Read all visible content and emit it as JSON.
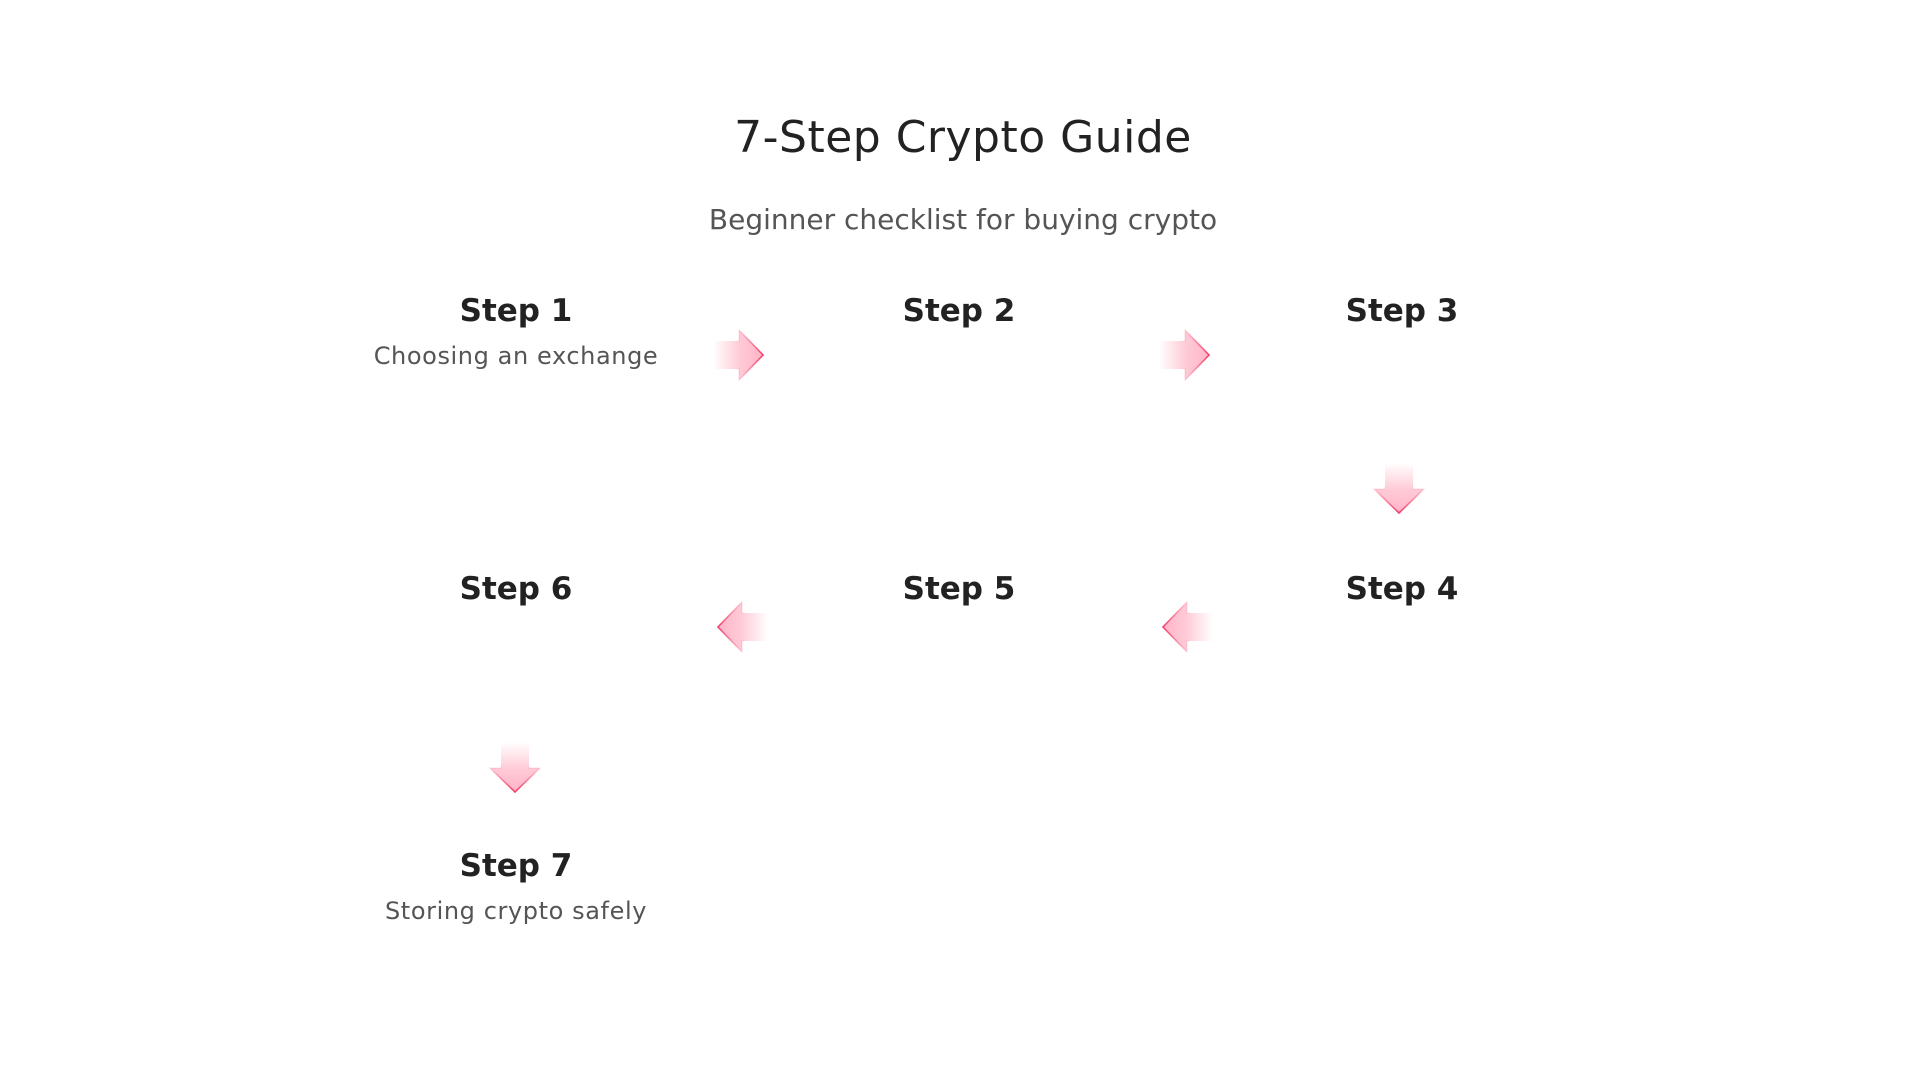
{
  "header": {
    "title": "7-Step Crypto Guide",
    "subtitle": "Beginner checklist for buying crypto"
  },
  "steps": [
    {
      "label": "Step 1",
      "description": "Choosing an exchange"
    },
    {
      "label": "Step 2",
      "description": ""
    },
    {
      "label": "Step 3",
      "description": ""
    },
    {
      "label": "Step 4",
      "description": ""
    },
    {
      "label": "Step 5",
      "description": ""
    },
    {
      "label": "Step 6",
      "description": ""
    },
    {
      "label": "Step 7",
      "description": "Storing crypto safely"
    }
  ],
  "arrows": [
    {
      "from": "Step 1",
      "to": "Step 2",
      "direction": "right"
    },
    {
      "from": "Step 2",
      "to": "Step 3",
      "direction": "right"
    },
    {
      "from": "Step 3",
      "to": "Step 4",
      "direction": "down"
    },
    {
      "from": "Step 4",
      "to": "Step 5",
      "direction": "left"
    },
    {
      "from": "Step 5",
      "to": "Step 6",
      "direction": "left"
    },
    {
      "from": "Step 6",
      "to": "Step 7",
      "direction": "down"
    }
  ],
  "colors": {
    "arrow_fill": "#ffc0cf",
    "arrow_stroke": "#f0406a",
    "heading_text": "#222222",
    "body_text": "#555555"
  }
}
